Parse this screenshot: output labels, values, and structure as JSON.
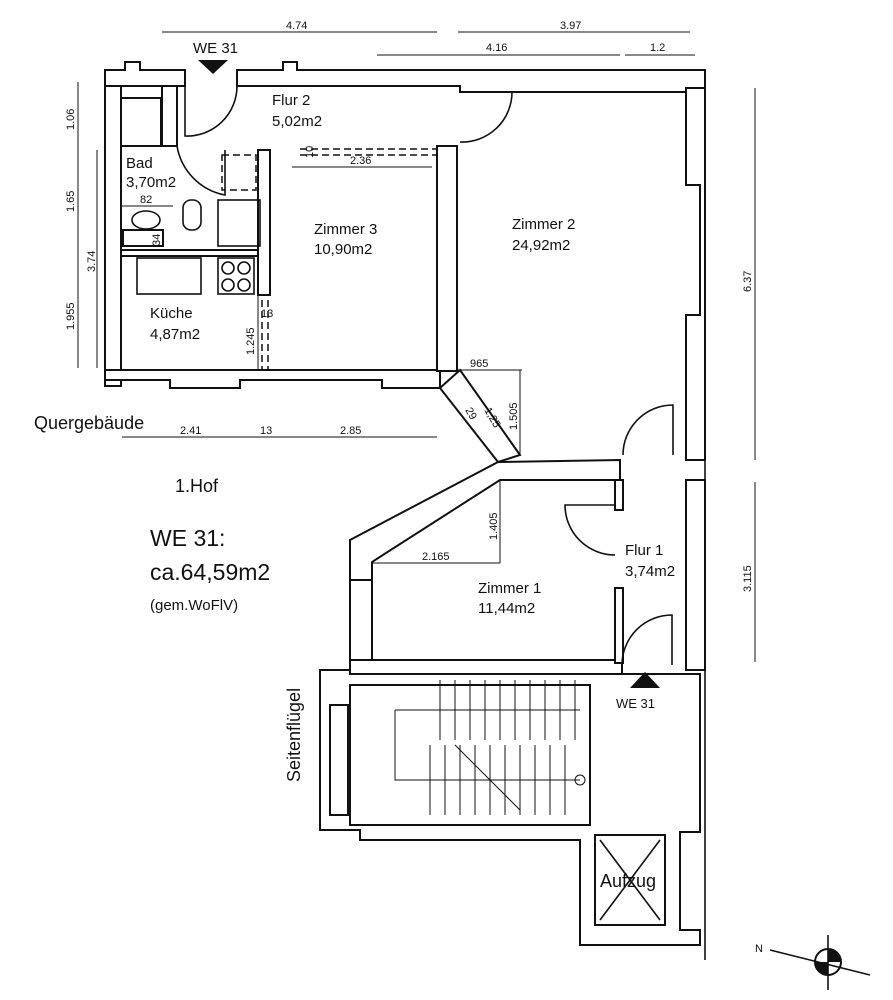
{
  "rooms": {
    "flur2": {
      "name": "Flur 2",
      "area": "5,02m2"
    },
    "bad": {
      "name": "Bad",
      "area": "3,70m2"
    },
    "kueche": {
      "name": "Küche",
      "area": "4,87m2"
    },
    "zimmer3": {
      "name": "Zimmer 3",
      "area": "10,90m2"
    },
    "zimmer2": {
      "name": "Zimmer 2",
      "area": "24,92m2"
    },
    "zimmer1": {
      "name": "Zimmer 1",
      "area": "11,44m2"
    },
    "flur1": {
      "name": "Flur 1",
      "area": "3,74m2"
    },
    "aufzug": "Aufzug"
  },
  "labels": {
    "entrance_top": "WE 31",
    "entrance_bottom": "WE 31",
    "quergebaeude": "Quergebäude",
    "hof": "1.Hof",
    "seitenfluegel": "Seitenflügel",
    "unit": "WE 31:",
    "total_area": "ca.64,59m2",
    "area_note": "(gem.WoFlV)",
    "north": "N"
  },
  "dimensions": {
    "top_474": "4.74",
    "top_397": "3.97",
    "top_416": "4.16",
    "top_12": "1.2",
    "left_106": "1.06",
    "left_165": "1.65",
    "left_374": "3.74",
    "left_1955": "1.955",
    "bad_082": "82",
    "bad_034": "34",
    "z3_236": "2.36",
    "z3_010": "10",
    "k_013": "13",
    "k_1245": "1.245",
    "d_0965": "965",
    "d_125": "1,25",
    "d_029": "29",
    "d_1505": "1.505",
    "b_241": "2.41",
    "b_013": "13",
    "b_285": "2.85",
    "z1_1405": "1.405",
    "z1_2165": "2.165",
    "r_637": "6.37",
    "r_3115": "3.115"
  }
}
